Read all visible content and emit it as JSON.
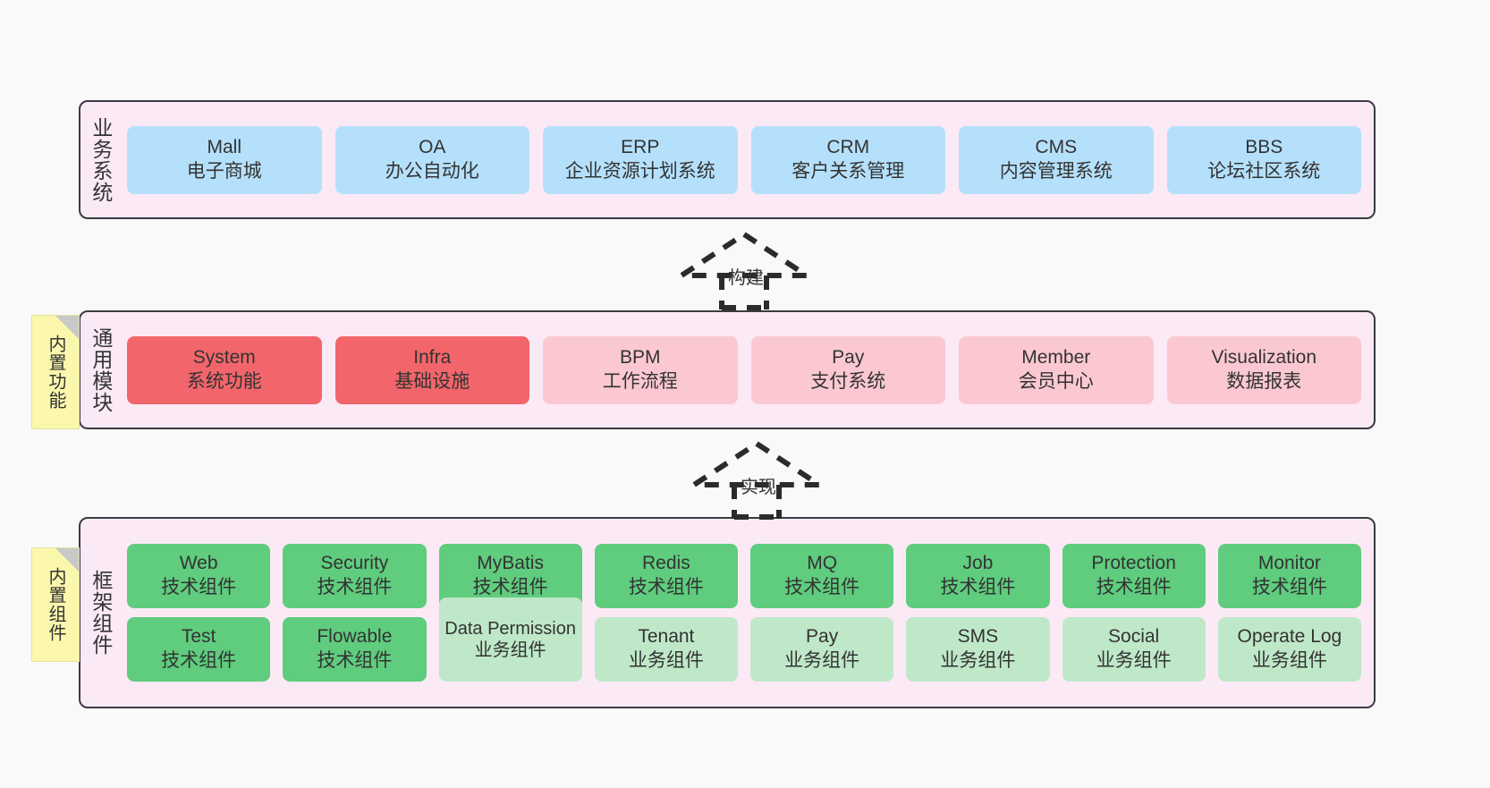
{
  "diagram": {
    "background_color": "#f9f9f9",
    "layer_band_color": "#fbeaf5",
    "layer_border_color": "#3b3b42",
    "note_color": "#fbf8ad"
  },
  "layers": [
    {
      "id": "business",
      "title": "业务系统",
      "cards": [
        {
          "en": "Mall",
          "cn": "电子商城",
          "color": "#b5e0fb"
        },
        {
          "en": "OA",
          "cn": "办公自动化",
          "color": "#b5e0fb"
        },
        {
          "en": "ERP",
          "cn": "企业资源计划系统",
          "color": "#b5e0fb"
        },
        {
          "en": "CRM",
          "cn": "客户关系管理",
          "color": "#b5e0fb"
        },
        {
          "en": "CMS",
          "cn": "内容管理系统",
          "color": "#b5e0fb"
        },
        {
          "en": "BBS",
          "cn": "论坛社区系统",
          "color": "#b5e0fb"
        }
      ]
    },
    {
      "id": "modules",
      "title": "通用模块",
      "cards": [
        {
          "en": "System",
          "cn": "系统功能",
          "color": "#f2666b"
        },
        {
          "en": "Infra",
          "cn": "基础设施",
          "color": "#f2666b"
        },
        {
          "en": "BPM",
          "cn": "工作流程",
          "color": "#fbc8d2"
        },
        {
          "en": "Pay",
          "cn": "支付系统",
          "color": "#fbc8d2"
        },
        {
          "en": "Member",
          "cn": "会员中心",
          "color": "#fbc8d2"
        },
        {
          "en": "Visualization",
          "cn": "数据报表",
          "color": "#fbc8d2"
        }
      ]
    },
    {
      "id": "framework",
      "title": "框架组件",
      "row_top": [
        {
          "en": "Web",
          "cn": "技术组件",
          "color": "#5fcc7e"
        },
        {
          "en": "Security",
          "cn": "技术组件",
          "color": "#5fcc7e"
        },
        {
          "en": "MyBatis",
          "cn": "技术组件",
          "color": "#5fcc7e"
        },
        {
          "en": "Redis",
          "cn": "技术组件",
          "color": "#5fcc7e"
        },
        {
          "en": "MQ",
          "cn": "技术组件",
          "color": "#5fcc7e"
        },
        {
          "en": "Job",
          "cn": "技术组件",
          "color": "#5fcc7e"
        },
        {
          "en": "Protection",
          "cn": "技术组件",
          "color": "#5fcc7e"
        },
        {
          "en": "Monitor",
          "cn": "技术组件",
          "color": "#5fcc7e"
        }
      ],
      "row_bottom": [
        {
          "en": "Test",
          "cn": "技术组件",
          "color": "#5fcc7e"
        },
        {
          "en": "Flowable",
          "cn": "技术组件",
          "color": "#5fcc7e"
        },
        {
          "en": "Data Permission",
          "cn": "业务组件",
          "color": "#bfe8c8"
        },
        {
          "en": "Tenant",
          "cn": "业务组件",
          "color": "#bfe8c8"
        },
        {
          "en": "Pay",
          "cn": "业务组件",
          "color": "#bfe8c8"
        },
        {
          "en": "SMS",
          "cn": "业务组件",
          "color": "#bfe8c8"
        },
        {
          "en": "Social",
          "cn": "业务组件",
          "color": "#bfe8c8"
        },
        {
          "en": "Operate Log",
          "cn": "业务组件",
          "color": "#bfe8c8"
        }
      ]
    }
  ],
  "notes": [
    {
      "id": "builtin-features",
      "text": "内置功能"
    },
    {
      "id": "builtin-components",
      "text": "内置组件"
    }
  ],
  "connectors": [
    {
      "id": "build",
      "label": "构建",
      "style": "dashed-generalization"
    },
    {
      "id": "implement",
      "label": "实现",
      "style": "dashed-generalization"
    }
  ]
}
